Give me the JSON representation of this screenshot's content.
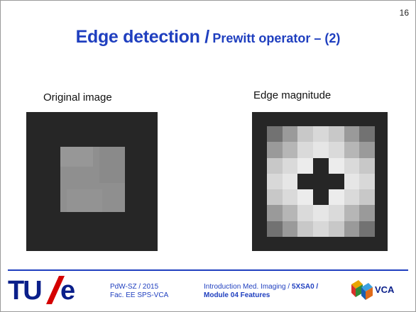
{
  "slide": {
    "number": "16",
    "title_main": "Edge detection /",
    "title_sub": "Prewitt operator – (2)"
  },
  "left_panel": {
    "caption": "Original image"
  },
  "right_panel": {
    "caption": "Edge magnitude",
    "grid_shades": [
      [
        "#727272",
        "#9a9a9a",
        "#c8c8c8",
        "#d8d8d8",
        "#c8c8c8",
        "#9a9a9a",
        "#727272"
      ],
      [
        "#9a9a9a",
        "#b6b6b6",
        "#dadada",
        "#e6e6e6",
        "#dadada",
        "#b6b6b6",
        "#9a9a9a"
      ],
      [
        "#c8c8c8",
        "#dadada",
        "#ececec",
        "#262626",
        "#ececec",
        "#dadada",
        "#c8c8c8"
      ],
      [
        "#d8d8d8",
        "#e6e6e6",
        "#262626",
        "#262626",
        "#262626",
        "#e6e6e6",
        "#d8d8d8"
      ],
      [
        "#c8c8c8",
        "#dadada",
        "#ececec",
        "#262626",
        "#ececec",
        "#dadada",
        "#c8c8c8"
      ],
      [
        "#9a9a9a",
        "#b6b6b6",
        "#dadada",
        "#e6e6e6",
        "#dadada",
        "#b6b6b6",
        "#9a9a9a"
      ],
      [
        "#727272",
        "#9a9a9a",
        "#c8c8c8",
        "#d8d8d8",
        "#c8c8c8",
        "#9a9a9a",
        "#727272"
      ]
    ]
  },
  "footer": {
    "logo_text": "TU/e",
    "logo_tu": "TU",
    "logo_e": "e",
    "author": "PdW-SZ / 2015",
    "department": "Fac. EE  SPS-VCA",
    "course_prefix": "Introduction Med. Imaging / ",
    "course_code": "5XSA0 /",
    "module": "Module 04 Features",
    "vca_label": "VCA",
    "colors": {
      "brand_blue": "#1f3fbf",
      "logo_blue": "#0a1f8a",
      "logo_red": "#d40000"
    }
  }
}
